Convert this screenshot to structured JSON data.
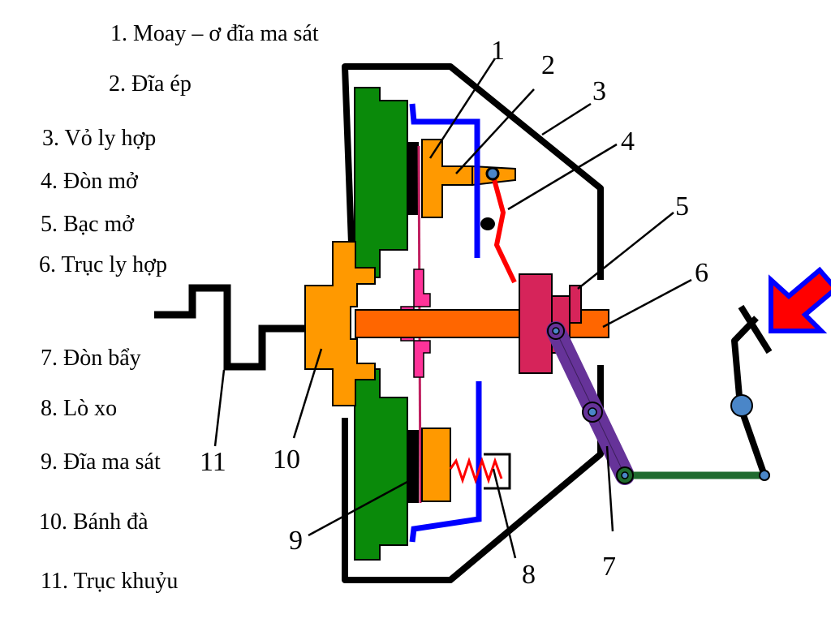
{
  "legend": [
    {
      "label": "1. Moay – ơ đĩa ma sát"
    },
    {
      "label": "2. Đĩa ép"
    },
    {
      "label": "3. Vỏ ly hợp"
    },
    {
      "label": "4. Đòn mở"
    },
    {
      "label": "5. Bạc mở"
    },
    {
      "label": "6. Trục ly hợp"
    },
    {
      "label": "7. Đòn bẩy"
    },
    {
      "label": "8. Lò xo"
    },
    {
      "label": "9. Đĩa ma sát"
    },
    {
      "label": "10. Bánh đà"
    },
    {
      "label": "11. Trục khuỷu"
    }
  ],
  "callouts": [
    "1",
    "2",
    "3",
    "4",
    "5",
    "6",
    "7",
    "8",
    "9",
    "10",
    "11"
  ],
  "colors": {
    "housing": "#000000",
    "flywheel": "#0a8a0a",
    "pressure_plate": "#ff9900",
    "shaft": "#ff6600",
    "release_bearing": "#d6245a",
    "hub": "#ff3399",
    "spring_plate": "#0000ff",
    "release_fork": "#ff0000",
    "lever": "#663399",
    "rod": "#1f6b2f",
    "joint": "#4a86c8",
    "force_arrow": "#ff0000",
    "force_arrow_outline": "#0000ff"
  },
  "icons": [
    "force-arrow-icon",
    "pedal-icon",
    "spring-icon"
  ]
}
